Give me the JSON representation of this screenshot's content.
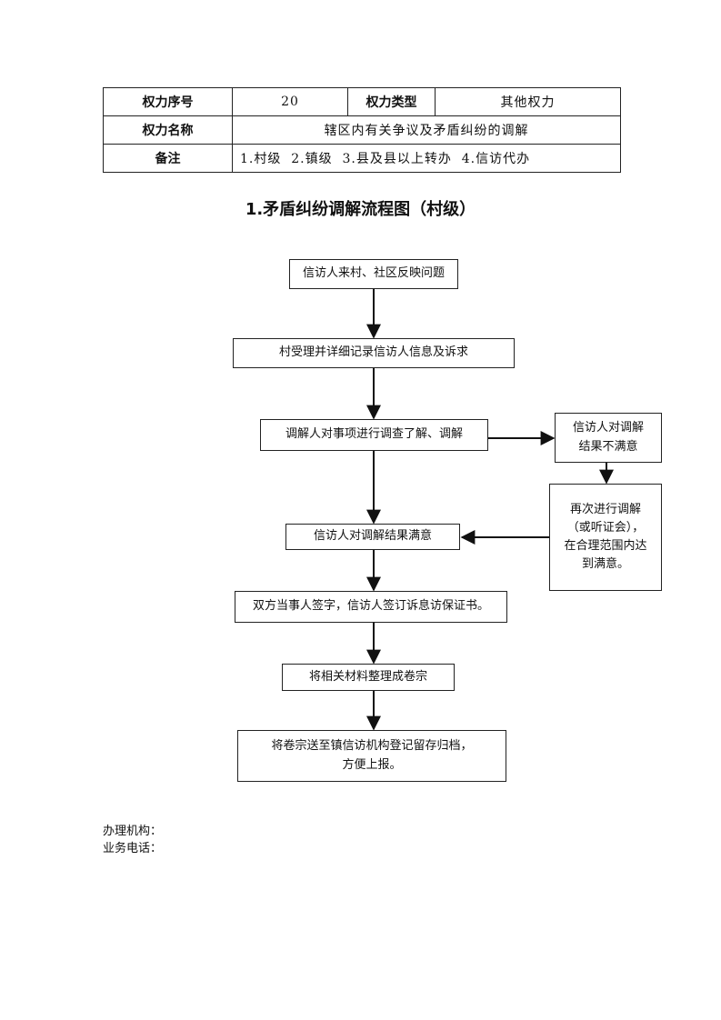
{
  "info_table": {
    "power_number_label": "权力序号",
    "power_number_value": "20",
    "power_type_label": "权力类型",
    "power_type_value": "其他权力",
    "power_name_label": "权力名称",
    "power_name_value": "辖区内有关争议及矛盾纠纷的调解",
    "remarks_label": "备注",
    "remarks_value": "1.村级  2.镇级  3.县及县以上转办  4.信访代办"
  },
  "title": "1.矛盾纠纷调解流程图（村级）",
  "flowchart": {
    "step1": "信访人来村、社区反映问题",
    "step2": "村受理并详细记录信访人信息及诉求",
    "step3": "调解人对事项进行调查了解、调解",
    "side_dissatisfied_line1": "信访人对调解",
    "side_dissatisfied_line2": "结果不满意",
    "side_retry_line1": "再次进行调解",
    "side_retry_line2": "（或听证会），",
    "side_retry_line3": "在合理范围内达",
    "side_retry_line4": "到满意。",
    "step4": "信访人对调解结果满意",
    "step5": "双方当事人签字，信访人签订诉息访保证书。",
    "step6": "将相关材料整理成卷宗",
    "step7_line1": "将卷宗送至镇信访机构登记留存归档，",
    "step7_line2": "方便上报。"
  },
  "footer": {
    "agency_label": "办理机构：",
    "phone_label": "业务电话："
  }
}
